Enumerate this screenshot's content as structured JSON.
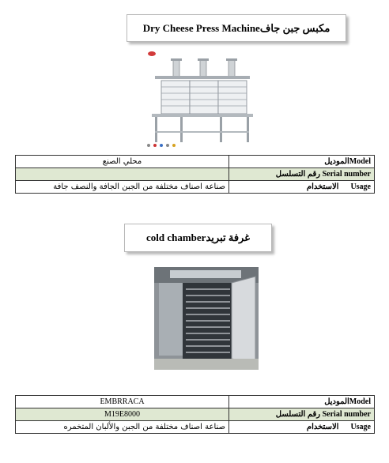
{
  "section1": {
    "title": "Dry Cheese Press Machineمكبس جبن جاف",
    "table": [
      {
        "value": "محلي الصنع",
        "label_ar": "الموديل",
        "label_en": "Model"
      },
      {
        "value": "",
        "label_ar": "رقم التسلسل",
        "label_en": "Serial  number"
      },
      {
        "value": "صناعة اصناف مختلفة من الجبن الجافة والنصف جافة",
        "label_ar": "الاستخدام",
        "label_en": "Usage"
      }
    ]
  },
  "section2": {
    "title": "cold chamberغرفة تبريد",
    "table": [
      {
        "value": "EMBRRACA",
        "label_ar": "الموديل",
        "label_en": "Model"
      },
      {
        "value": "M19E8000",
        "label_ar": "رقم التسلسل",
        "label_en": "Serial  number"
      },
      {
        "value": "صناعة اصناف مختلفة من الجبن والألبان المتخمره",
        "label_ar": "الاستخدام",
        "label_en": "Usage"
      }
    ]
  }
}
